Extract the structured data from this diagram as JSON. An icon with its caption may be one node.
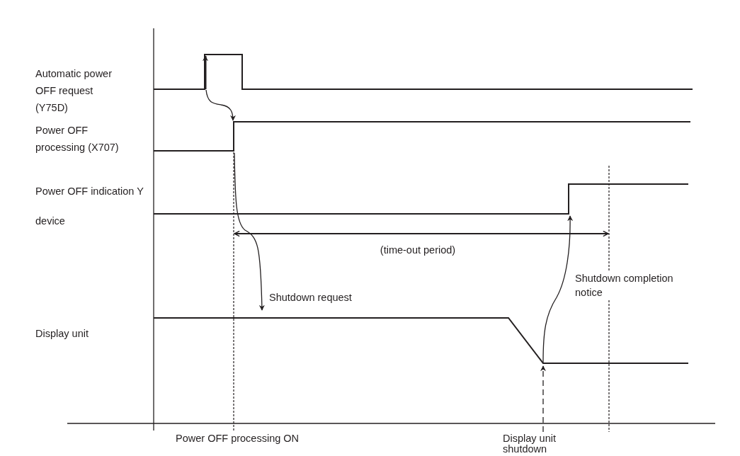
{
  "diagram": {
    "labels": [
      "Automatic power OFF request (Y75D)",
      "Power OFF processing (X707)",
      "Power OFF indication Y device",
      "(time-out period)",
      "Shutdown completion notice",
      "Shutdown request",
      "Display unit",
      "Power OFF processing ON",
      "Display unit shutdown"
    ]
  }
}
